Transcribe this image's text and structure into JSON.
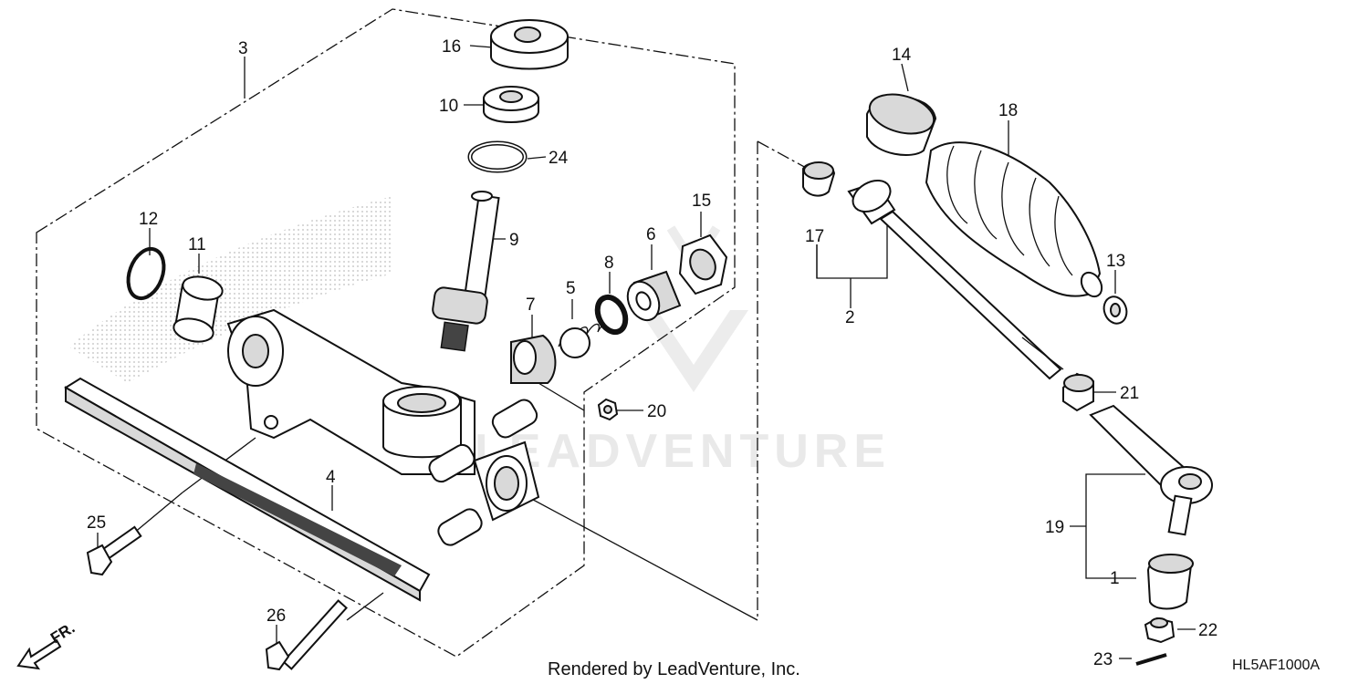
{
  "labels": {
    "l1": "1",
    "l2": "2",
    "l3": "3",
    "l4": "4",
    "l5": "5",
    "l6": "6",
    "l7": "7",
    "l8": "8",
    "l9": "9",
    "l10": "10",
    "l11": "11",
    "l12": "12",
    "l13": "13",
    "l14": "14",
    "l15": "15",
    "l16": "16",
    "l17": "17",
    "l18": "18",
    "l19": "19",
    "l20": "20",
    "l21": "21",
    "l22": "22",
    "l23": "23",
    "l24": "24",
    "l25": "25",
    "l26": "26"
  },
  "footer": "Rendered by LeadVenture, Inc.",
  "diagram_code": "HL5AF1000A",
  "watermark": "LEADVENTURE",
  "front_indicator": "FR."
}
